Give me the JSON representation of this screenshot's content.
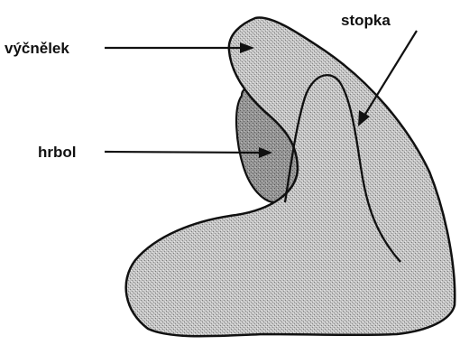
{
  "labels": {
    "vycnelek": "výčnělek",
    "stopka": "stopka",
    "hrbol": "hrbol"
  },
  "colors": {
    "shape_fill": "#bdbdbd",
    "bump_fill": "#8f8f8f",
    "outline": "#111111",
    "background": "#ffffff"
  }
}
